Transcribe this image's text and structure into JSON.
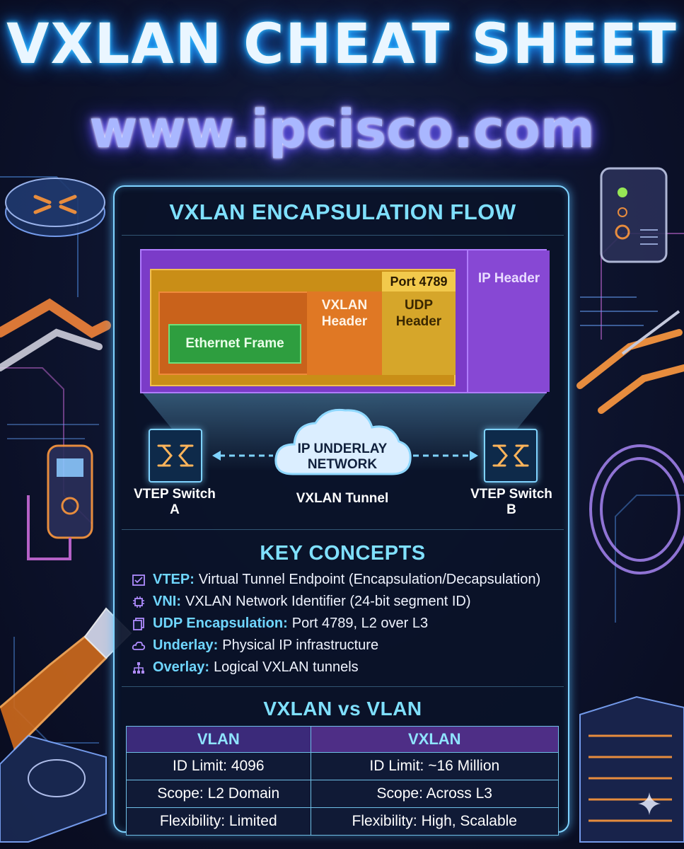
{
  "header": {
    "title": "VXLAN CHEAT SHEET",
    "url": "www.ipcisco.com"
  },
  "encapsulation": {
    "title": "VXLAN ENCAPSULATION FLOW",
    "ip_header": "IP Header",
    "port": "Port 4789",
    "udp_header": "UDP Header",
    "vxlan_header": "VXLAN Header",
    "ethernet_frame": "Ethernet Frame",
    "switch_a_label": "VTEP Switch A",
    "switch_b_label": "VTEP Switch B",
    "cloud_label": "IP UNDERLAY NETWORK",
    "tunnel_label": "VXLAN Tunnel"
  },
  "concepts": {
    "title": "KEY CONCEPTS",
    "items": [
      {
        "icon": "checklist-icon",
        "term": "VTEP:",
        "desc": "Virtual Tunnel Endpoint (Encapsulation/Decapsulation)"
      },
      {
        "icon": "chip-icon",
        "term": "VNI:",
        "desc": "VXLAN Network Identifier (24-bit segment ID)"
      },
      {
        "icon": "document-stack-icon",
        "term": "UDP Encapsulation:",
        "desc": "Port 4789, L2 over L3"
      },
      {
        "icon": "cloud-icon",
        "term": "Underlay:",
        "desc": "Physical IP infrastructure"
      },
      {
        "icon": "hierarchy-icon",
        "term": "Overlay:",
        "desc": "Logical VXLAN tunnels"
      }
    ]
  },
  "comparison": {
    "title": "VXLAN vs VLAN",
    "headers": [
      "VLAN",
      "VXLAN"
    ],
    "rows": [
      [
        "ID Limit: 4096",
        "ID Limit: ~16 Million"
      ],
      [
        "Scope: L2 Domain",
        "Scope: Across L3"
      ],
      [
        "Flexibility: Limited",
        "Flexibility: High, Scalable"
      ]
    ]
  },
  "colors": {
    "accent": "#7fe0ff",
    "ip_header": "#7b3bc8",
    "udp_header": "#d6a62a",
    "vxlan_header": "#e07824",
    "ethernet_frame": "#2e9e3f"
  }
}
